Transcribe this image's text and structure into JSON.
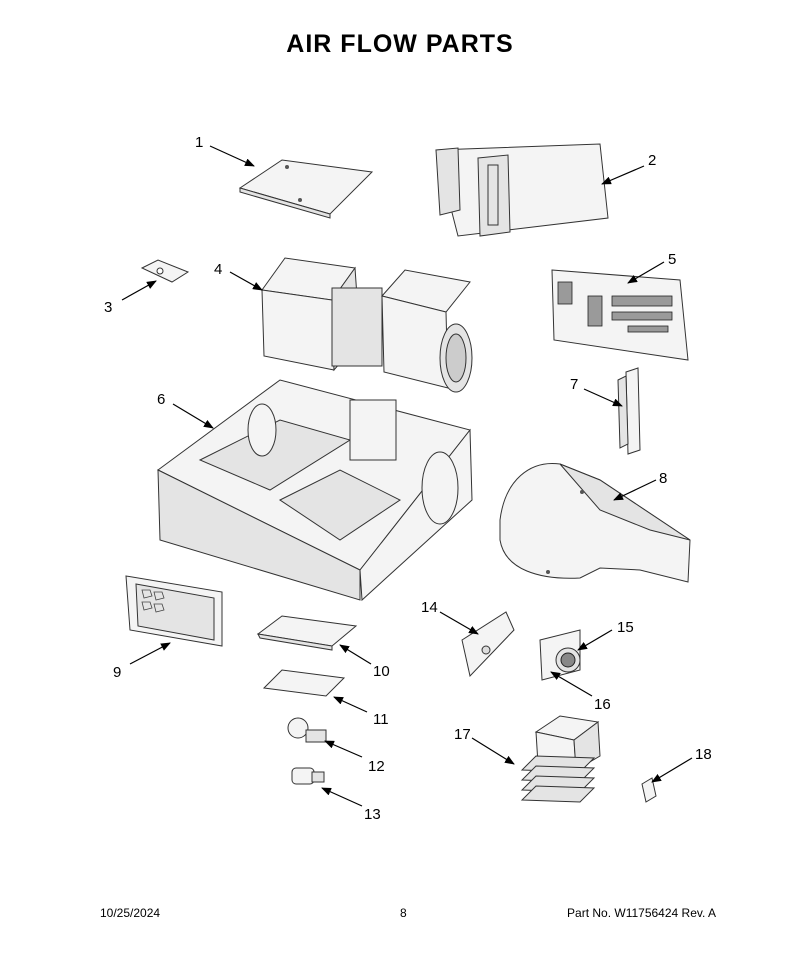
{
  "title": "AIR FLOW PARTS",
  "callouts": [
    "1",
    "2",
    "3",
    "4",
    "5",
    "6",
    "7",
    "8",
    "9",
    "10",
    "11",
    "12",
    "13",
    "14",
    "15",
    "16",
    "17",
    "18"
  ],
  "footer": {
    "date": "10/25/2024",
    "page": "8",
    "part_number": "Part No.  W11756424  Rev.  A"
  }
}
